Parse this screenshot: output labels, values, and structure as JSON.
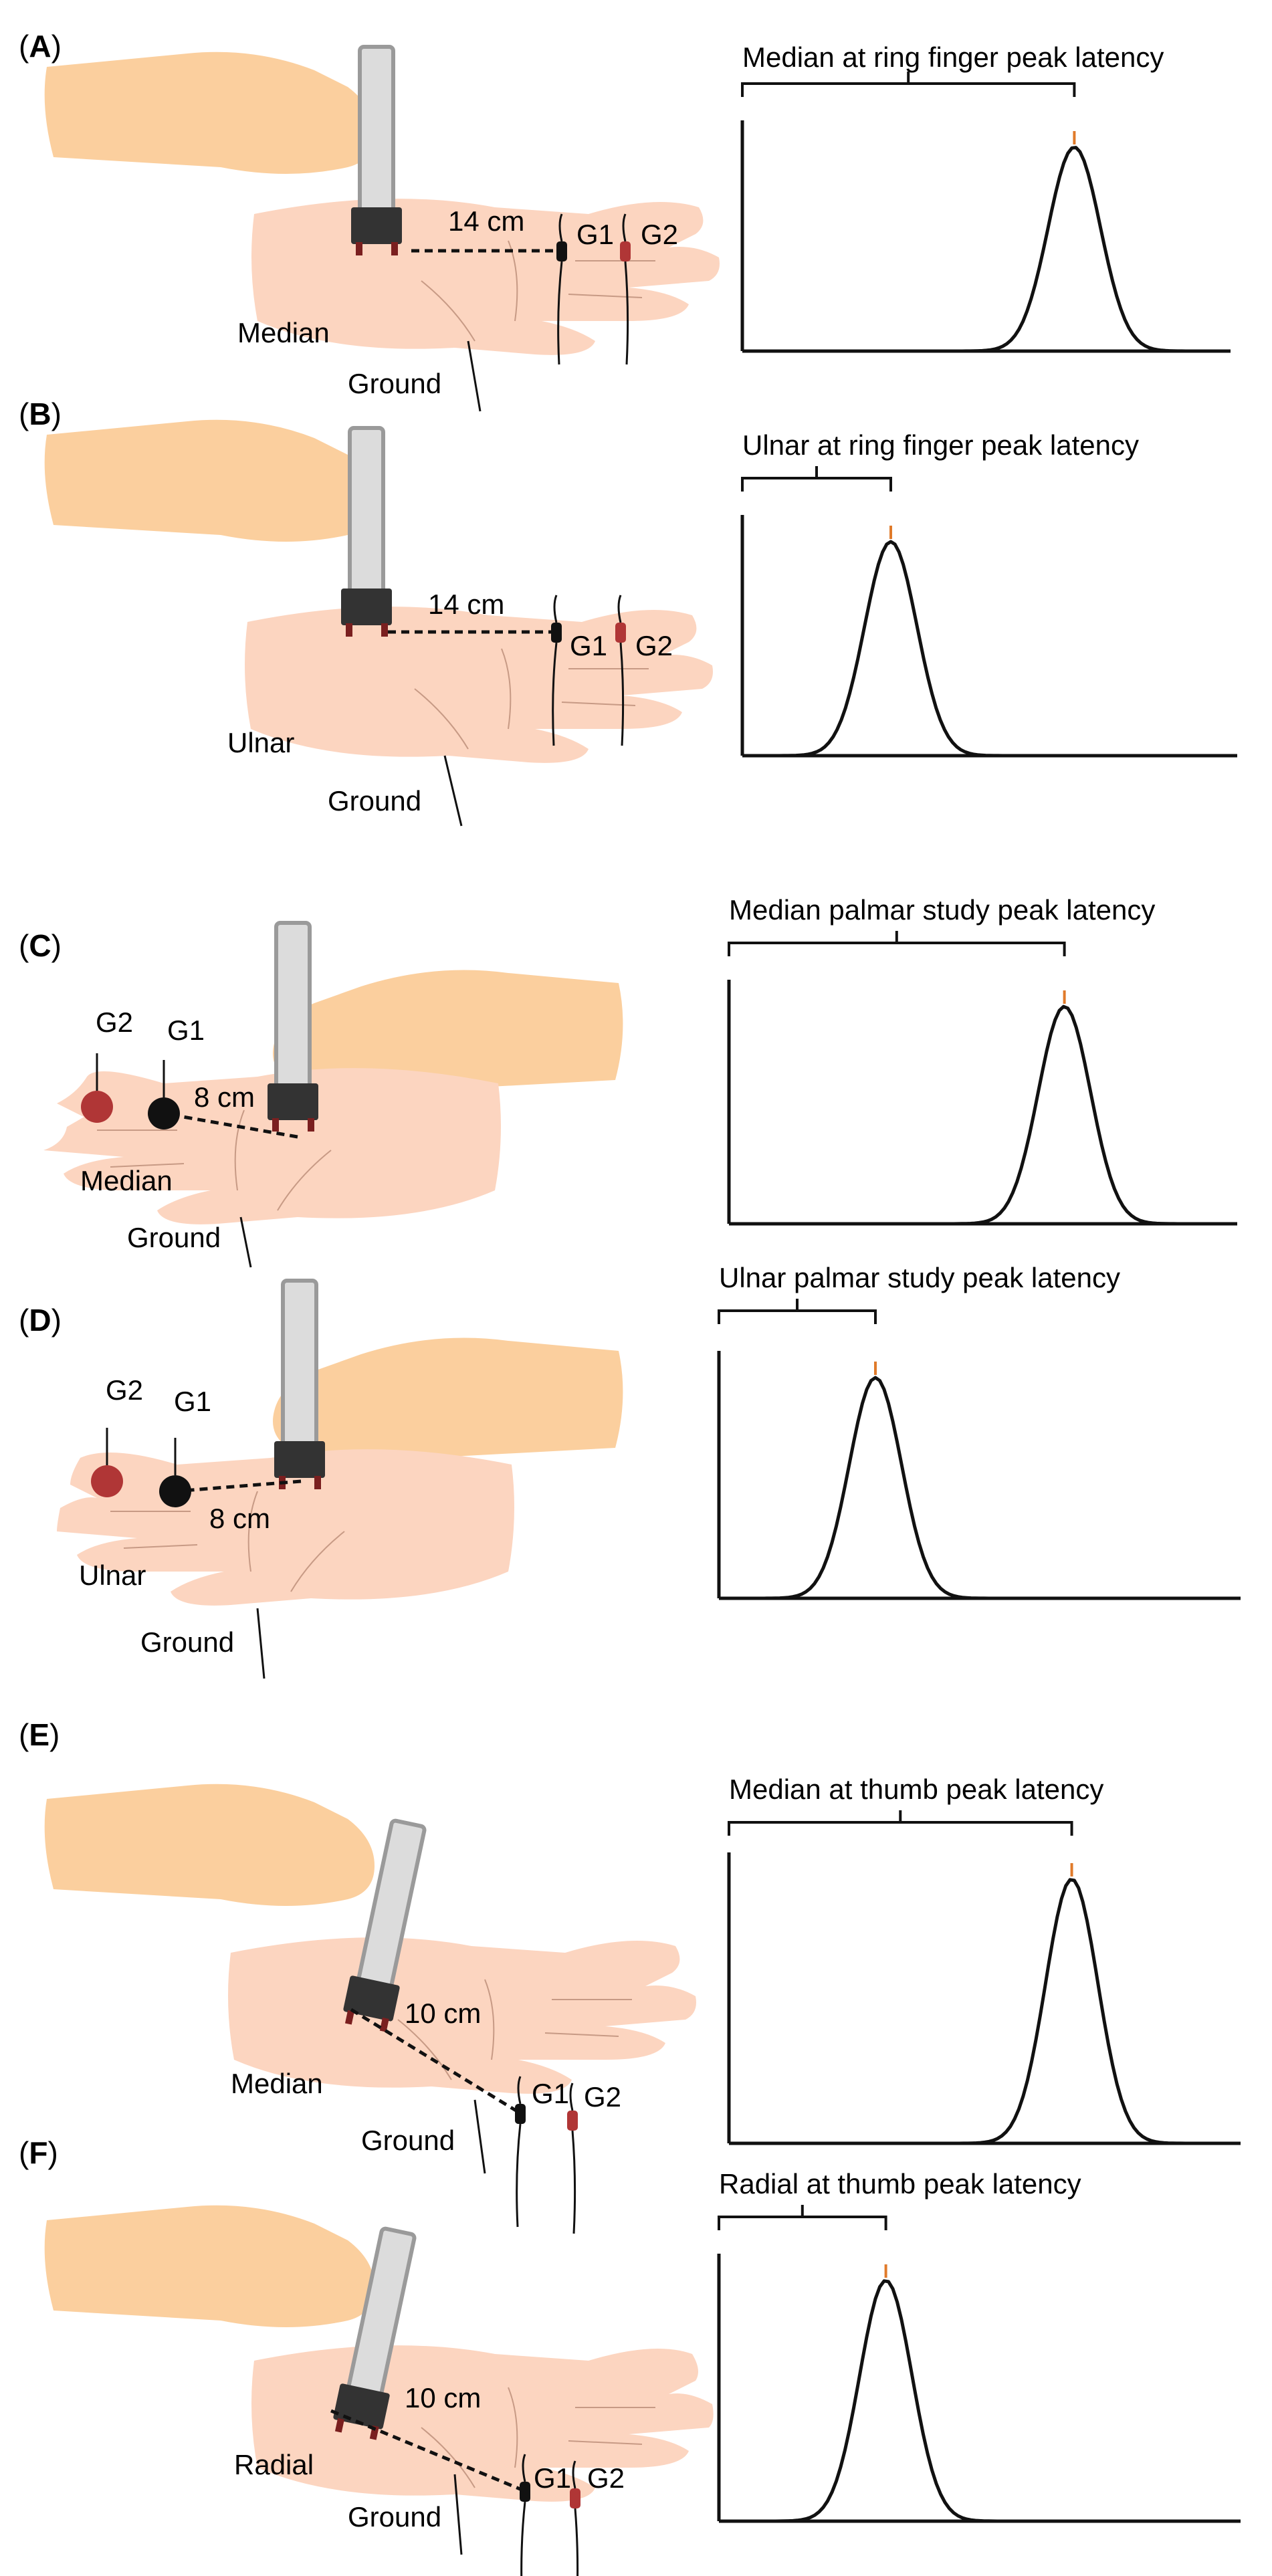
{
  "colors": {
    "skin": "#fcd5c0",
    "skin_line": "#c79a85",
    "arm": "#fbcf9e",
    "probe_body": "#dcdcdc",
    "probe_edge": "#9a9a9a",
    "probe_head": "#333333",
    "probe_tip": "#7a1f1f",
    "g1": "#111111",
    "g2": "#b03636",
    "peak_mark": "#e07a2a",
    "trace": "#111111"
  },
  "panels": [
    {
      "id": "A",
      "label": "A",
      "nerve": "Median",
      "ground": "Ground",
      "distance": "14 cm",
      "g1": "G1",
      "g2": "G2",
      "caption": "Median at ring finger peak latency",
      "latency_fraction": 0.68
    },
    {
      "id": "B",
      "label": "B",
      "nerve": "Ulnar",
      "ground": "Ground",
      "distance": "14 cm",
      "g1": "G1",
      "g2": "G2",
      "caption": "Ulnar at ring finger peak latency",
      "latency_fraction": 0.3
    },
    {
      "id": "C",
      "label": "C",
      "nerve": "Median",
      "ground": "Ground",
      "distance": "8 cm",
      "g1": "G1",
      "g2": "G2",
      "caption": "Median palmar study peak latency",
      "latency_fraction": 0.66
    },
    {
      "id": "D",
      "label": "D",
      "nerve": "Ulnar",
      "ground": "Ground",
      "distance": "8 cm",
      "g1": "G1",
      "g2": "G2",
      "caption": "Ulnar palmar study peak latency",
      "latency_fraction": 0.3
    },
    {
      "id": "E",
      "label": "E",
      "nerve": "Median",
      "ground": "Ground",
      "distance": "10 cm",
      "g1": "G1",
      "g2": "G2",
      "caption": "Median at thumb peak latency",
      "latency_fraction": 0.67
    },
    {
      "id": "F",
      "label": "F",
      "nerve": "Radial",
      "ground": "Ground",
      "distance": "10 cm",
      "g1": "G1",
      "g2": "G2",
      "caption": "Radial at thumb peak latency",
      "latency_fraction": 0.32
    }
  ]
}
